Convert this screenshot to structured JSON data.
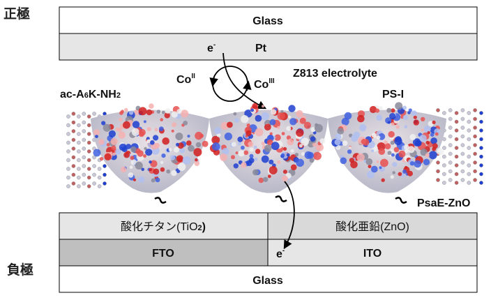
{
  "labels": {
    "positive_electrode": "正極",
    "negative_electrode": "負極",
    "top_glass": "Glass",
    "pt": "Pt",
    "electron": "e",
    "electron_sup": "-",
    "co": "Co",
    "co_ii_sup": "II",
    "co_iii_sup": "III",
    "electrolyte": "Z813 electrolyte",
    "peptide_a": "ac-A",
    "peptide_sub": "6",
    "peptide_b": "K-NH",
    "peptide_sub2": "2",
    "psi": "PS-I",
    "psae": "PsaE-ZnO",
    "tio2_a": "酸化チタン(TiO",
    "tio2_sub": "2",
    "tio2_b": ")",
    "zno": "酸化亜鉛(ZnO)",
    "fto": "FTO",
    "ito": "ITO",
    "bottom_glass": "Glass"
  },
  "colors": {
    "pt_layer": "#e6e6e6",
    "tio2_layer": "#e6e6e6",
    "zno_layer": "#d9d9d9",
    "fto_layer": "#bfbfbf",
    "ito_layer": "#e6e6e6",
    "glass": "#ffffff"
  }
}
